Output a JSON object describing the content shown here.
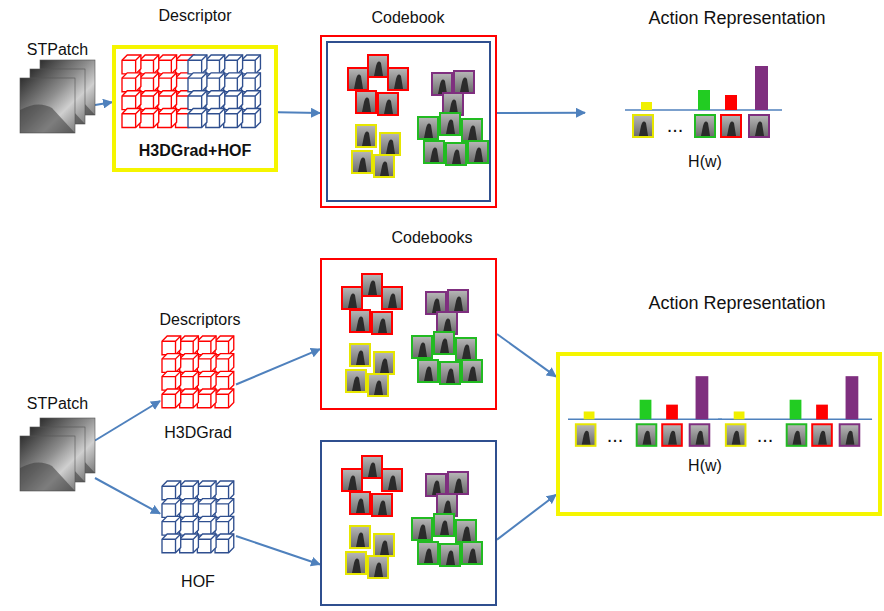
{
  "diagram": {
    "nodes": [
      {
        "text": [
          "STPatch"
        ]
      },
      {
        "text": [
          "Descriptor",
          "H3DGrad+HOF"
        ]
      },
      {
        "text": [
          "Codebook"
        ]
      },
      {
        "text": [
          "Action Representation",
          "...",
          "H(w)"
        ]
      },
      {
        "text": [
          "STPatch"
        ]
      },
      {
        "text": [
          "H3DGrad"
        ]
      },
      {
        "text": [
          "HOF"
        ]
      },
      {
        "text": [
          "Codebooks"
        ]
      },
      {
        "text": []
      },
      {
        "text": [
          "Action Representation",
          "...",
          "...",
          "H(w)"
        ]
      }
    ],
    "edges": [
      {
        "from": 0,
        "to": 1,
        "arrow": "to"
      },
      {
        "from": 1,
        "to": 2,
        "arrow": "to"
      },
      {
        "from": 2,
        "to": 3,
        "arrow": "to"
      },
      {
        "from": 4,
        "to": 5,
        "arrow": "to"
      },
      {
        "from": 4,
        "to": 6,
        "arrow": "to"
      },
      {
        "from": 5,
        "to": 7,
        "arrow": "to"
      },
      {
        "from": 6,
        "to": 8,
        "arrow": "to"
      },
      {
        "from": 7,
        "to": 9,
        "arrow": "to"
      },
      {
        "from": 8,
        "to": 9,
        "arrow": "to"
      }
    ],
    "labels": [
      "Descriptors"
    ]
  }
}
